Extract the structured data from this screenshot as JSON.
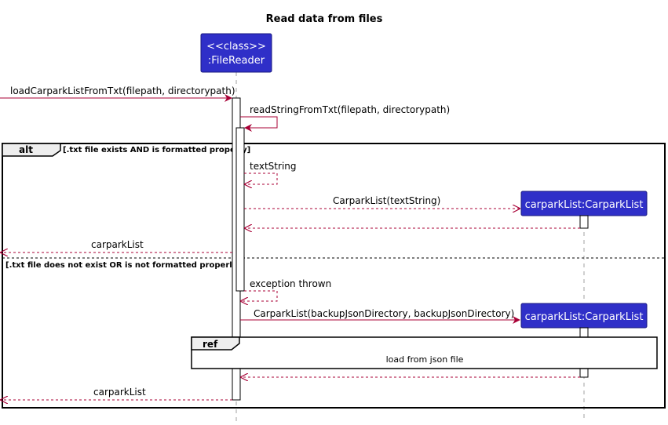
{
  "title": "Read data from files",
  "participants": {
    "file_reader": {
      "stereotype": "<<class>>",
      "name": ":FileReader"
    },
    "carpark_list_1": {
      "name": "carparkList:CarparkList"
    },
    "carpark_list_2": {
      "name": "carparkList:CarparkList"
    }
  },
  "messages": {
    "m1": "loadCarparkListFromTxt(filepath, directorypath)",
    "m2": "readStringFromTxt(filepath, directorypath)",
    "m3": "textString",
    "m4": "CarparkList(textString)",
    "m5": "carparkList",
    "m6": "exception thrown",
    "m7": "CarparkList(backupJsonDirectory, backupJsonDirectory)",
    "m8": "carparkList"
  },
  "fragments": {
    "alt": {
      "label": "alt",
      "guard1": "[.txt file exists AND is formatted properly]",
      "guard2": "[.txt file does not exist OR is not formatted properly]"
    },
    "ref": {
      "label": "ref",
      "text": "load from json file"
    }
  },
  "colors": {
    "participant_fill": "#2f2fc8",
    "participant_border": "#1a1a80",
    "arrow": "#a80036",
    "frame": "#000000",
    "frame_label_bg": "#eeeeee",
    "lifeline": "#a0a0a0"
  }
}
